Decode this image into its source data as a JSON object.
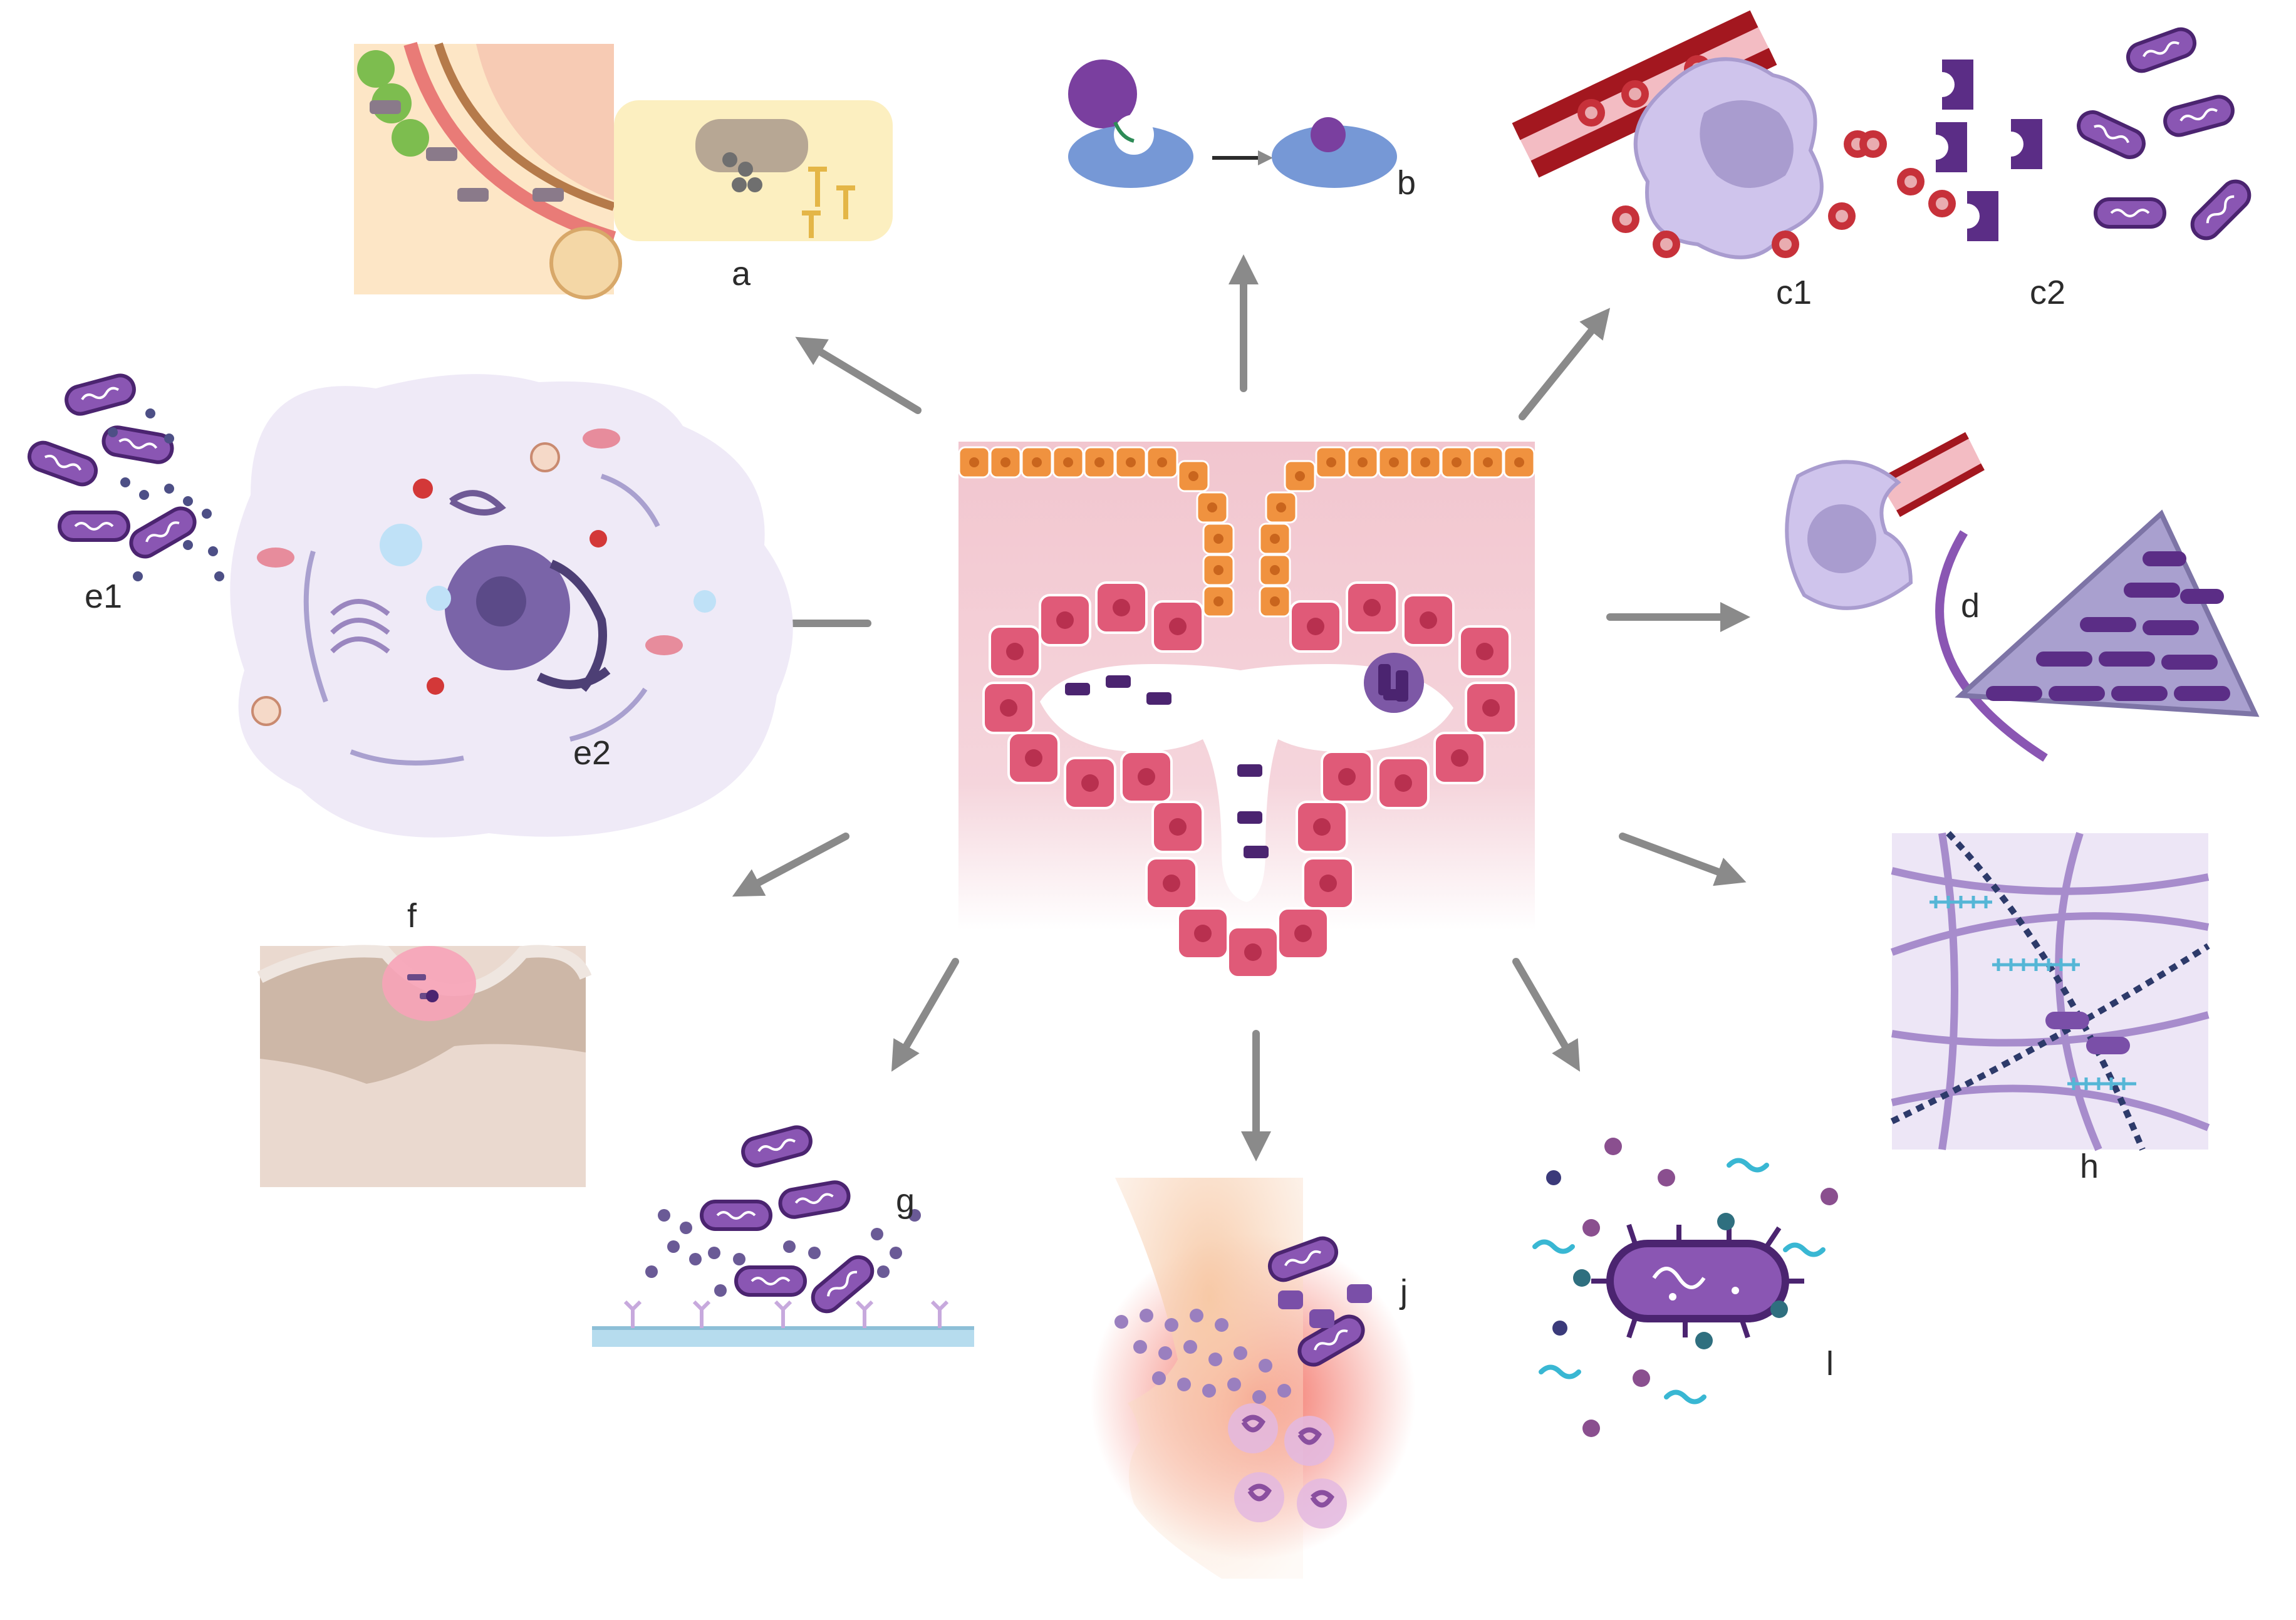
{
  "labels": {
    "a": "a",
    "b": "b",
    "c1": "c1",
    "c2": "c2",
    "d": "d",
    "e1": "e1",
    "e2": "e2",
    "f": "f",
    "g": "g",
    "h": "h",
    "j": "j",
    "l": "l"
  },
  "colors": {
    "arrow": "#8a8a8a",
    "tissue_pink": "#f2c6cf",
    "epithelial_cell": "#e05a78",
    "epithelial_nucleus": "#b8304f",
    "surface_cell": "#f0923f",
    "bacteria_purple": "#8a56b3",
    "dark_purple": "#4b2470",
    "macrophage_lavender": "#cfc4ec",
    "blood_vessel_red": "#a3171f",
    "mucosa_blue": "#9ed6ea",
    "inflammation_red": "#f04a3a"
  }
}
